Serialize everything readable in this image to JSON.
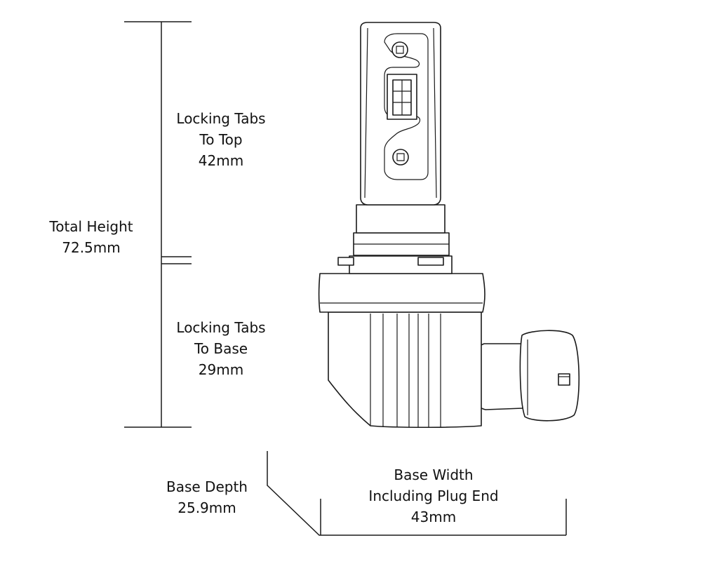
{
  "labels": {
    "total_height": {
      "line1": "Total Height",
      "line2": "72.5mm"
    },
    "tabs_to_top": {
      "line1": "Locking Tabs",
      "line2": "To Top",
      "line3": "42mm"
    },
    "tabs_to_base": {
      "line1": "Locking Tabs",
      "line2": "To Base",
      "line3": "29mm"
    },
    "base_depth": {
      "line1": "Base Depth",
      "line2": "25.9mm"
    },
    "base_width": {
      "line1": "Base Width",
      "line2": "Including Plug End",
      "line3": "43mm"
    }
  }
}
